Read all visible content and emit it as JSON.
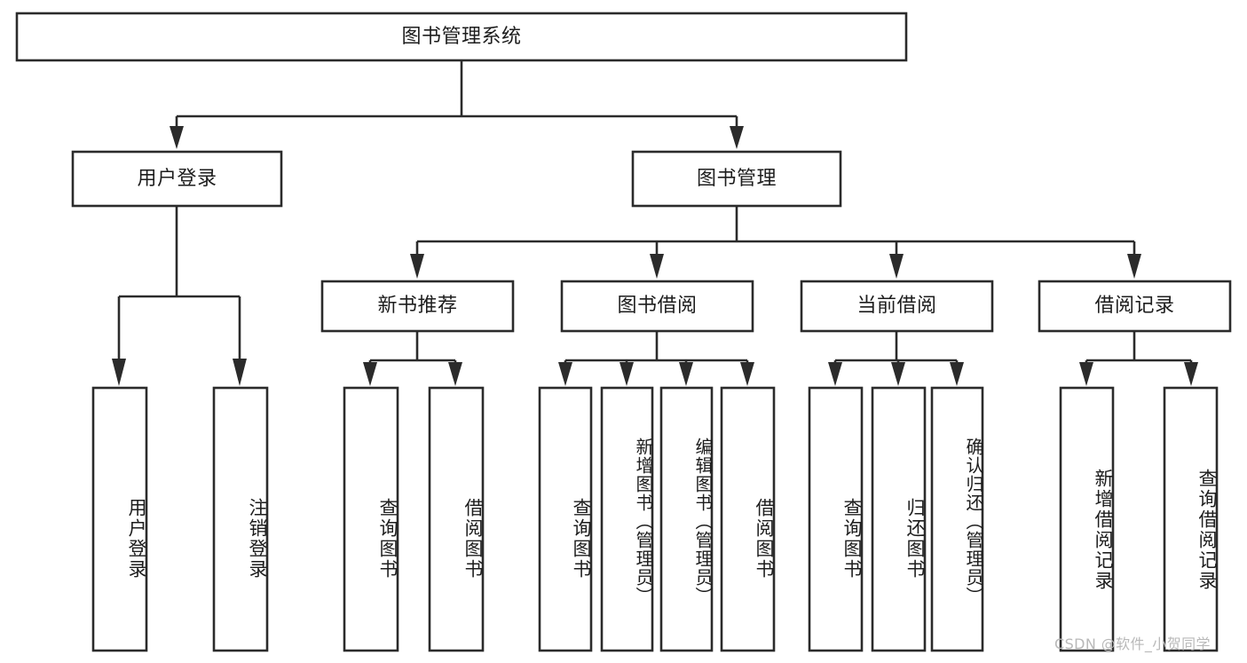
{
  "diagram": {
    "type": "tree",
    "title": "图书管理系统",
    "orientation": "top-down",
    "root": {
      "id": "root",
      "label": "图书管理系统",
      "text_direction": "horizontal"
    },
    "level2": [
      {
        "id": "user-login",
        "label": "用户登录",
        "text_direction": "horizontal"
      },
      {
        "id": "book-management",
        "label": "图书管理",
        "text_direction": "horizontal"
      }
    ],
    "level3": [
      {
        "id": "new-book-recommend",
        "label": "新书推荐",
        "text_direction": "horizontal",
        "parent": "book-management"
      },
      {
        "id": "book-borrow",
        "label": "图书借阅",
        "text_direction": "horizontal",
        "parent": "book-management"
      },
      {
        "id": "current-borrow",
        "label": "当前借阅",
        "text_direction": "horizontal",
        "parent": "book-management"
      },
      {
        "id": "borrow-record",
        "label": "借阅记录",
        "text_direction": "horizontal",
        "parent": "book-management"
      }
    ],
    "leaves": [
      {
        "id": "leaf-user-login",
        "label": "用户登录",
        "text_direction": "vertical",
        "parent": "user-login"
      },
      {
        "id": "leaf-user-logout",
        "label": "注销登录",
        "text_direction": "vertical",
        "parent": "user-login"
      },
      {
        "id": "leaf-query-book-1",
        "label": "查询图书",
        "text_direction": "vertical",
        "parent": "new-book-recommend"
      },
      {
        "id": "leaf-borrow-book-1",
        "label": "借阅图书",
        "text_direction": "vertical",
        "parent": "new-book-recommend"
      },
      {
        "id": "leaf-query-book-2",
        "label": "查询图书",
        "text_direction": "vertical",
        "parent": "book-borrow"
      },
      {
        "id": "leaf-add-book",
        "label": "新增图书（管理员）",
        "text_direction": "vertical",
        "parent": "book-borrow"
      },
      {
        "id": "leaf-edit-book",
        "label": "编辑图书（管理员）",
        "text_direction": "vertical",
        "parent": "book-borrow"
      },
      {
        "id": "leaf-borrow-book-2",
        "label": "借阅图书",
        "text_direction": "vertical",
        "parent": "book-borrow"
      },
      {
        "id": "leaf-query-book-3",
        "label": "查询图书",
        "text_direction": "vertical",
        "parent": "current-borrow"
      },
      {
        "id": "leaf-return-book",
        "label": "归还图书",
        "text_direction": "vertical",
        "parent": "current-borrow"
      },
      {
        "id": "leaf-confirm-return",
        "label": "确认归还（管理员）",
        "text_direction": "vertical",
        "parent": "current-borrow"
      },
      {
        "id": "leaf-add-record",
        "label": "新增借阅记录",
        "text_direction": "vertical",
        "parent": "borrow-record"
      },
      {
        "id": "leaf-query-record",
        "label": "查询借阅记录",
        "text_direction": "vertical",
        "parent": "borrow-record"
      }
    ],
    "colors": {
      "box_stroke": "#2b2b2b",
      "box_fill": "#ffffff",
      "connector": "#2b2b2b",
      "text": "#1d1d1d",
      "background": "#ffffff",
      "watermark": "#b9b9b9"
    }
  },
  "watermark": {
    "text": "CSDN @软件_小贺同学"
  }
}
